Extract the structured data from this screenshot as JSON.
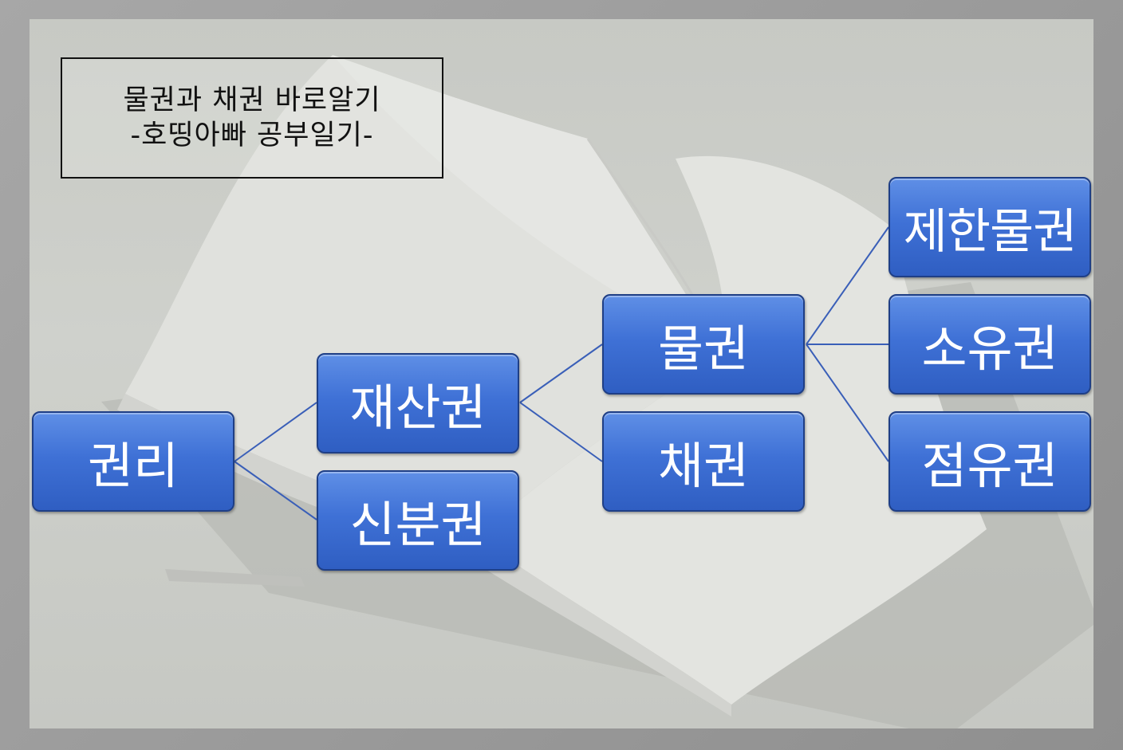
{
  "title": {
    "line1": "물권과 채권 바로알기",
    "line2": "-호띵아빠 공부일기-"
  },
  "nodes": {
    "rights": "권리",
    "property_rights": "재산권",
    "status_rights": "신분권",
    "real_rights": "물권",
    "claim_rights": "채권",
    "limited_real_rights": "제한물권",
    "ownership": "소유권",
    "possession": "점유권"
  },
  "colors": {
    "node_fill": "#3f71d6",
    "node_border": "#1f3f86",
    "connector": "#3a5fb8",
    "slide_bg": "#cacbc6"
  }
}
